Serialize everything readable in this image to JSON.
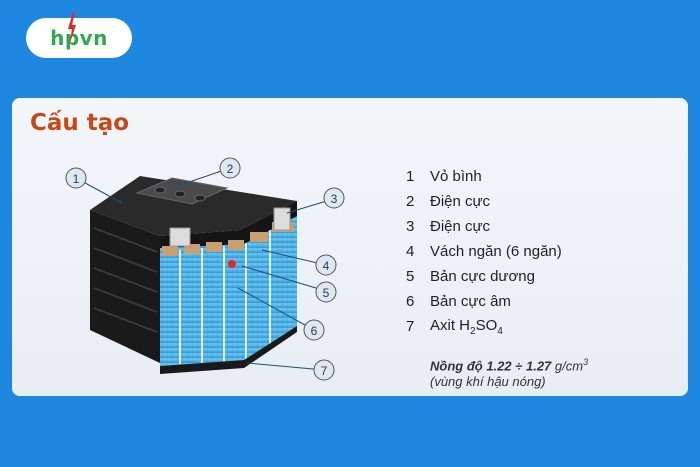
{
  "logo": {
    "text": "hpvn"
  },
  "title": "Cấu tạo",
  "callouts": [
    "1",
    "2",
    "3",
    "4",
    "5",
    "6",
    "7"
  ],
  "legend": [
    {
      "num": "1",
      "text": "Vỏ bình"
    },
    {
      "num": "2",
      "text": "Điện cực"
    },
    {
      "num": "3",
      "text": "Điện cực"
    },
    {
      "num": "4",
      "text": "Vách ngăn (6 ngăn)"
    },
    {
      "num": "5",
      "text": "Bản cực dương"
    },
    {
      "num": "6",
      "text": "Bản cực âm"
    },
    {
      "num": "7",
      "text": "Axit H",
      "sub1": "2",
      "mid": "SO",
      "sub2": "4"
    }
  ],
  "note": {
    "prefix": "Nồng độ ",
    "value": "1.22 ÷ 1.27",
    "unit": " g/cm",
    "sup": "3",
    "line2": "(vùng khí hậu nóng)"
  },
  "colors": {
    "background": "#1e88e0",
    "title": "#c8481a",
    "logo": "#2fa84f",
    "acid": "#39a9e0"
  }
}
